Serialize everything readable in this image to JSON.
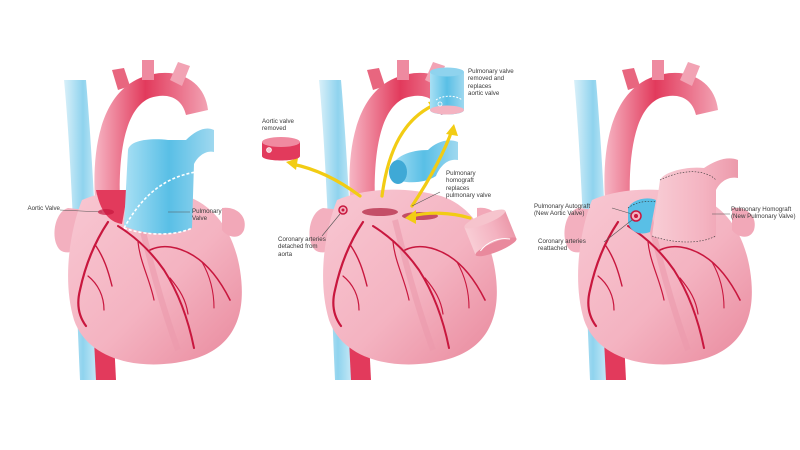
{
  "colors": {
    "heart_pink": "#f4b3c1",
    "heart_dark": "#e9899d",
    "aorta_red": "#e23a5c",
    "pulmonary_blue": "#59bfe6",
    "vein_blue": "#a7dcef",
    "coronary": "#c8173e",
    "arrow_yellow": "#f2cc14",
    "homograft_pink": "#f7c0c9"
  },
  "labels": {
    "aortic_valve": "Aortic Valve",
    "pulmonary_valve": "Pulmonary\nValve",
    "aortic_valve_removed": "Aortic valve\nremoved",
    "pulmonary_valve_replaces": "Pulmonary valve\nremoved and\nreplaces\naortic valve",
    "pulmonary_homograft_replaces": "Pulmonary\nhomograft\nreplaces\npulmonary valve",
    "coronary_detached": "Coronary arteries\ndetached from\naorta",
    "pulmonary_autograft": "Pulmonary Autograft\n(New Aortic Valve)",
    "pulmonary_homograft": "Pulmonary Homograft\n(New Pulmonary Valve)",
    "coronary_reattached": "Coronary arteries\nreattached"
  },
  "icons": [
    "heart-illustration",
    "valve-cylinder",
    "curved-arrow"
  ]
}
